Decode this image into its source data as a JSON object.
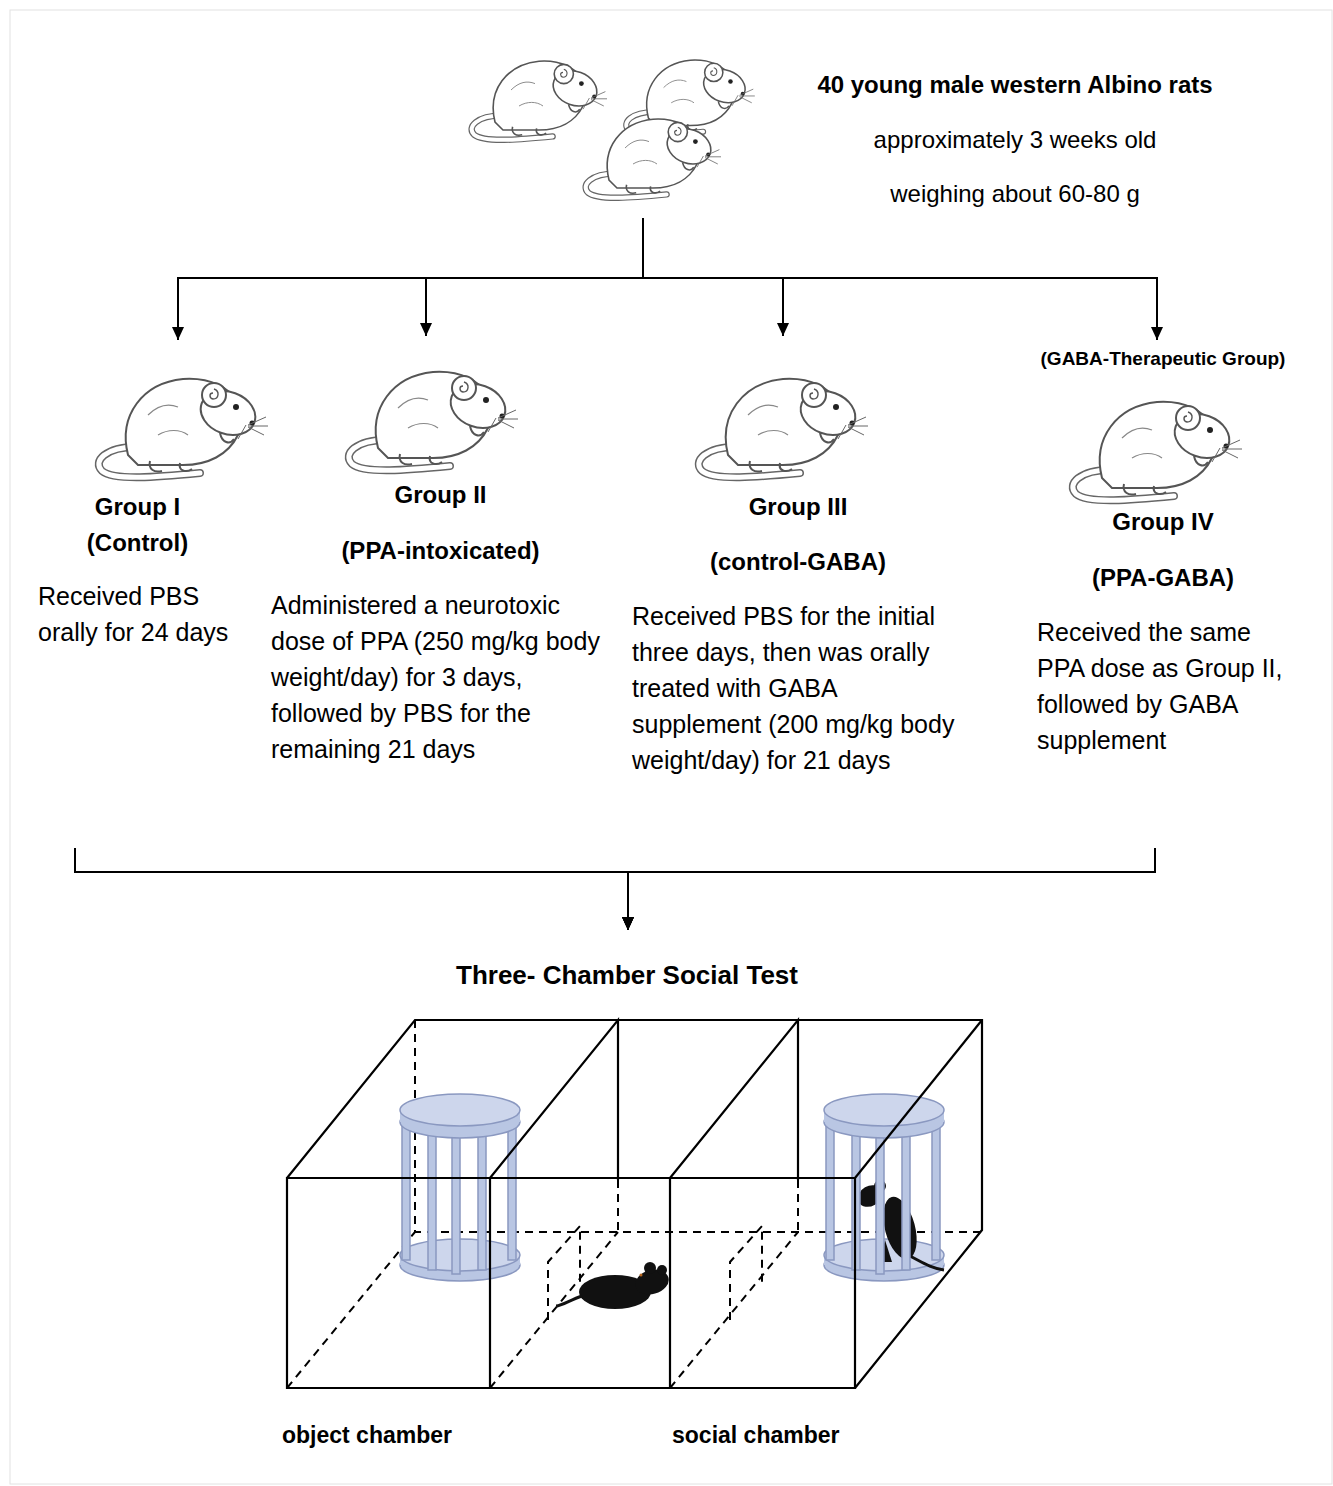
{
  "diagram": {
    "nodes": [
      {
        "text": [
          "40 young male western Albino rats",
          "approximately 3 weeks old",
          "weighing about 60-80 g"
        ]
      },
      {
        "text": [
          "Group I",
          "(Control)",
          "Received PBS orally for 24 days"
        ]
      },
      {
        "text": [
          "Group II",
          "(PPA-intoxicated)",
          "Administered a neurotoxic dose of PPA (250 mg/kg body weight/day) for 3 days, followed by PBS for the remaining 21 days"
        ]
      },
      {
        "text": [
          "Group III",
          "(control-GABA)",
          "Received PBS for the initial three days, then was orally treated with GABA supplement (200 mg/kg body weight/day) for 21 days"
        ]
      },
      {
        "text": [
          "(GABA-Therapeutic Group)",
          "Group IV",
          "(PPA-GABA)",
          "Received the same PPA dose as Group II, followed by GABA supplement"
        ]
      },
      {
        "text": [
          "Three- Chamber Social Test"
        ]
      }
    ],
    "edges": [
      {
        "from": 0,
        "to": 1,
        "arrow": "to"
      },
      {
        "from": 0,
        "to": 2,
        "arrow": "to"
      },
      {
        "from": 0,
        "to": 3,
        "arrow": "to"
      },
      {
        "from": 0,
        "to": 4,
        "arrow": "to"
      },
      {
        "from": 1,
        "to": 5,
        "arrow": "to"
      },
      {
        "from": 2,
        "to": 5,
        "arrow": "to"
      },
      {
        "from": 3,
        "to": 5,
        "arrow": "to"
      },
      {
        "from": 4,
        "to": 5,
        "arrow": "to"
      }
    ],
    "labels": [
      "object chamber",
      "social chamber"
    ]
  }
}
